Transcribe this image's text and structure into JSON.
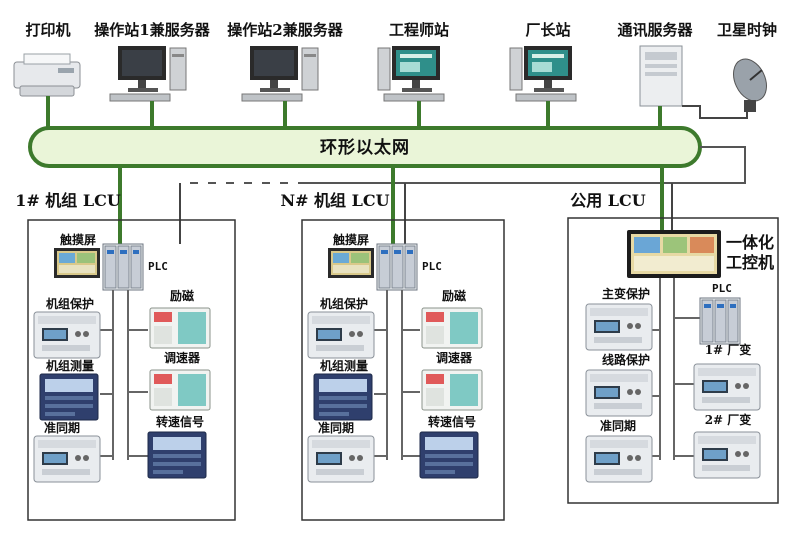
{
  "top_devices": {
    "printer": "打印机",
    "op1": "操作站1兼服务器",
    "op2": "操作站2兼服务器",
    "eng": "工程师站",
    "mgr": "厂长站",
    "comm": "通讯服务器",
    "gps": "卫星时钟"
  },
  "ring_network": "环形以太网",
  "lcu1": {
    "title": "1# 机组 LCU",
    "touchscreen": "触摸屏",
    "plc": "PLC",
    "left": [
      "机组保护",
      "机组测量",
      "准同期"
    ],
    "right": [
      "励磁",
      "调速器",
      "转速信号"
    ]
  },
  "lcuN": {
    "title": "N# 机组 LCU",
    "touchscreen": "触摸屏",
    "plc": "PLC",
    "left": [
      "机组保护",
      "机组测量",
      "准同期"
    ],
    "right": [
      "励磁",
      "调速器",
      "转速信号"
    ]
  },
  "public": {
    "title": "公用 LCU",
    "ipc_line1": "一体化",
    "ipc_line2": "工控机",
    "plc": "PLC",
    "left": [
      "主变保护",
      "线路保护",
      "准同期"
    ],
    "right": [
      "1# 厂变",
      "2# 厂变"
    ]
  },
  "colors": {
    "net_green": "#3d7a2c",
    "ring_fill": "#eaf5d8",
    "line_gray": "#666666",
    "panel_bg": "#e8ebee"
  }
}
